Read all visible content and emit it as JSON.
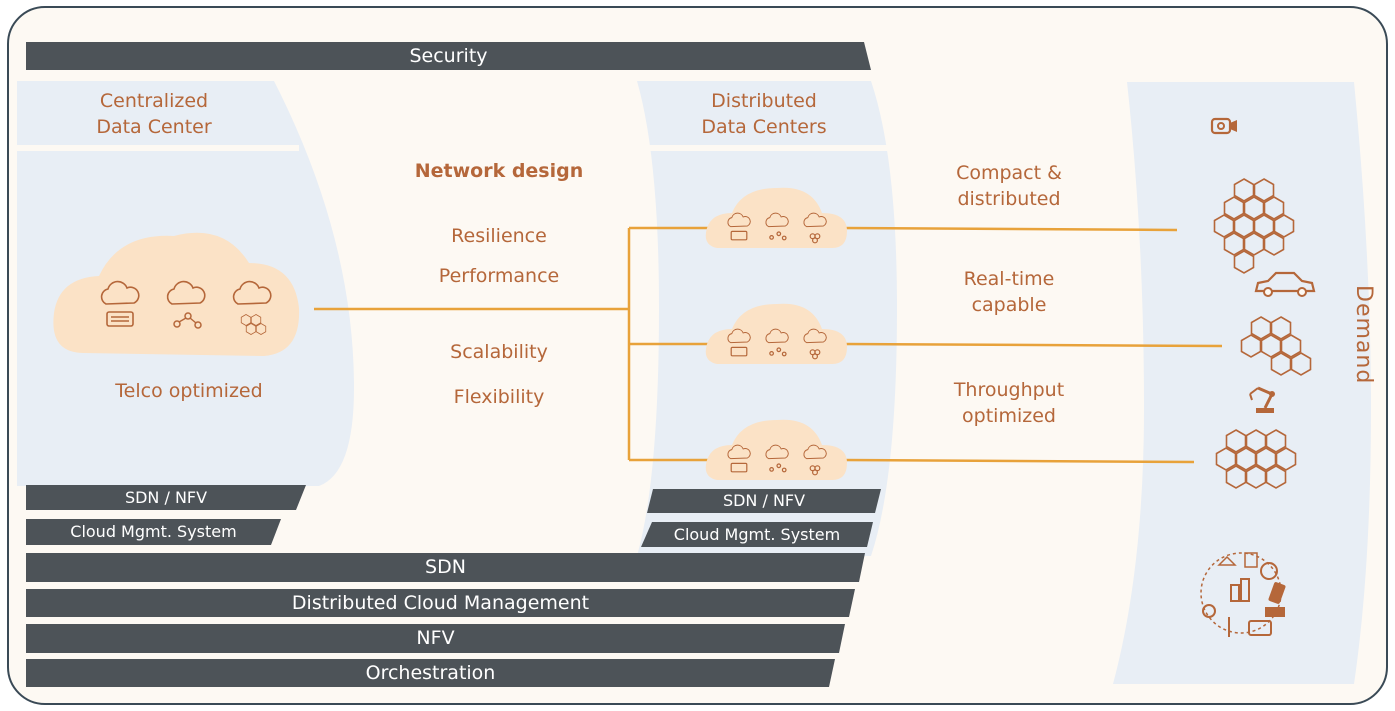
{
  "top_bar": {
    "security": "Security"
  },
  "centralized": {
    "title_line1": "Centralized",
    "title_line2": "Data Center",
    "caption": "Telco optimized",
    "sdn_nfv": "SDN / NFV",
    "cloud_mgmt": "Cloud Mgmt. System"
  },
  "network_design": {
    "heading": "Network design",
    "items": [
      "Resilience",
      "Performance",
      "Scalability",
      "Flexibility"
    ]
  },
  "distributed": {
    "title_line1": "Distributed",
    "title_line2": "Data Centers",
    "sdn_nfv": "SDN / NFV",
    "cloud_mgmt": "Cloud Mgmt. System"
  },
  "branch_labels": [
    {
      "line1": "Compact &",
      "line2": "distributed"
    },
    {
      "line1": "Real-time",
      "line2": "capable"
    },
    {
      "line1": "Throughput",
      "line2": "optimized"
    }
  ],
  "bottom_bars": [
    "SDN",
    "Distributed Cloud Management",
    "NFV",
    "Orchestration"
  ],
  "demand": "Demand",
  "icons": [
    "cloud-server-icon",
    "cloud-network-icon",
    "cloud-hexagon-icon",
    "camera-icon",
    "car-icon",
    "robot-arm-icon",
    "iot-devices-icon"
  ],
  "colors": {
    "accent": "#e8a23a",
    "text": "#b5673a",
    "bar": "#4d5358",
    "band": "#e8eef5",
    "cloud": "#fbe2c6"
  }
}
